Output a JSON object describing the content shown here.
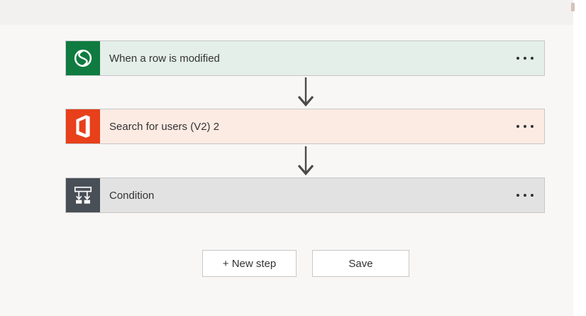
{
  "app": {
    "name": "flow-designer-canvas"
  },
  "steps": [
    {
      "label": "When a row is modified",
      "icon": "dataverse-icon",
      "icon_bg": "#0f7b40",
      "card_bg": "#e4efe9"
    },
    {
      "label": "Search for users (V2) 2",
      "icon": "office365-icon",
      "icon_bg": "#e8401a",
      "card_bg": "#fcebe3"
    },
    {
      "label": "Condition",
      "icon": "condition-icon",
      "icon_bg": "#494f57",
      "card_bg": "#e2e2e2"
    }
  ],
  "footer": {
    "new_step_label": "+ New step",
    "save_label": "Save"
  },
  "colors": {
    "canvas_bg": "#f8f7f6",
    "top_band_bg": "#f2f1f0",
    "right_gutter_bg": "#ffffff",
    "card_border": "#c6c6c6",
    "step_text": "#333333",
    "arrow": "#4a4a4a",
    "ellipsis_dot": "#2e3338",
    "button_bg": "#ffffff",
    "button_border": "#c8c8c8",
    "button_text": "#333333",
    "scroll_thumb": "#d8c0ba"
  }
}
